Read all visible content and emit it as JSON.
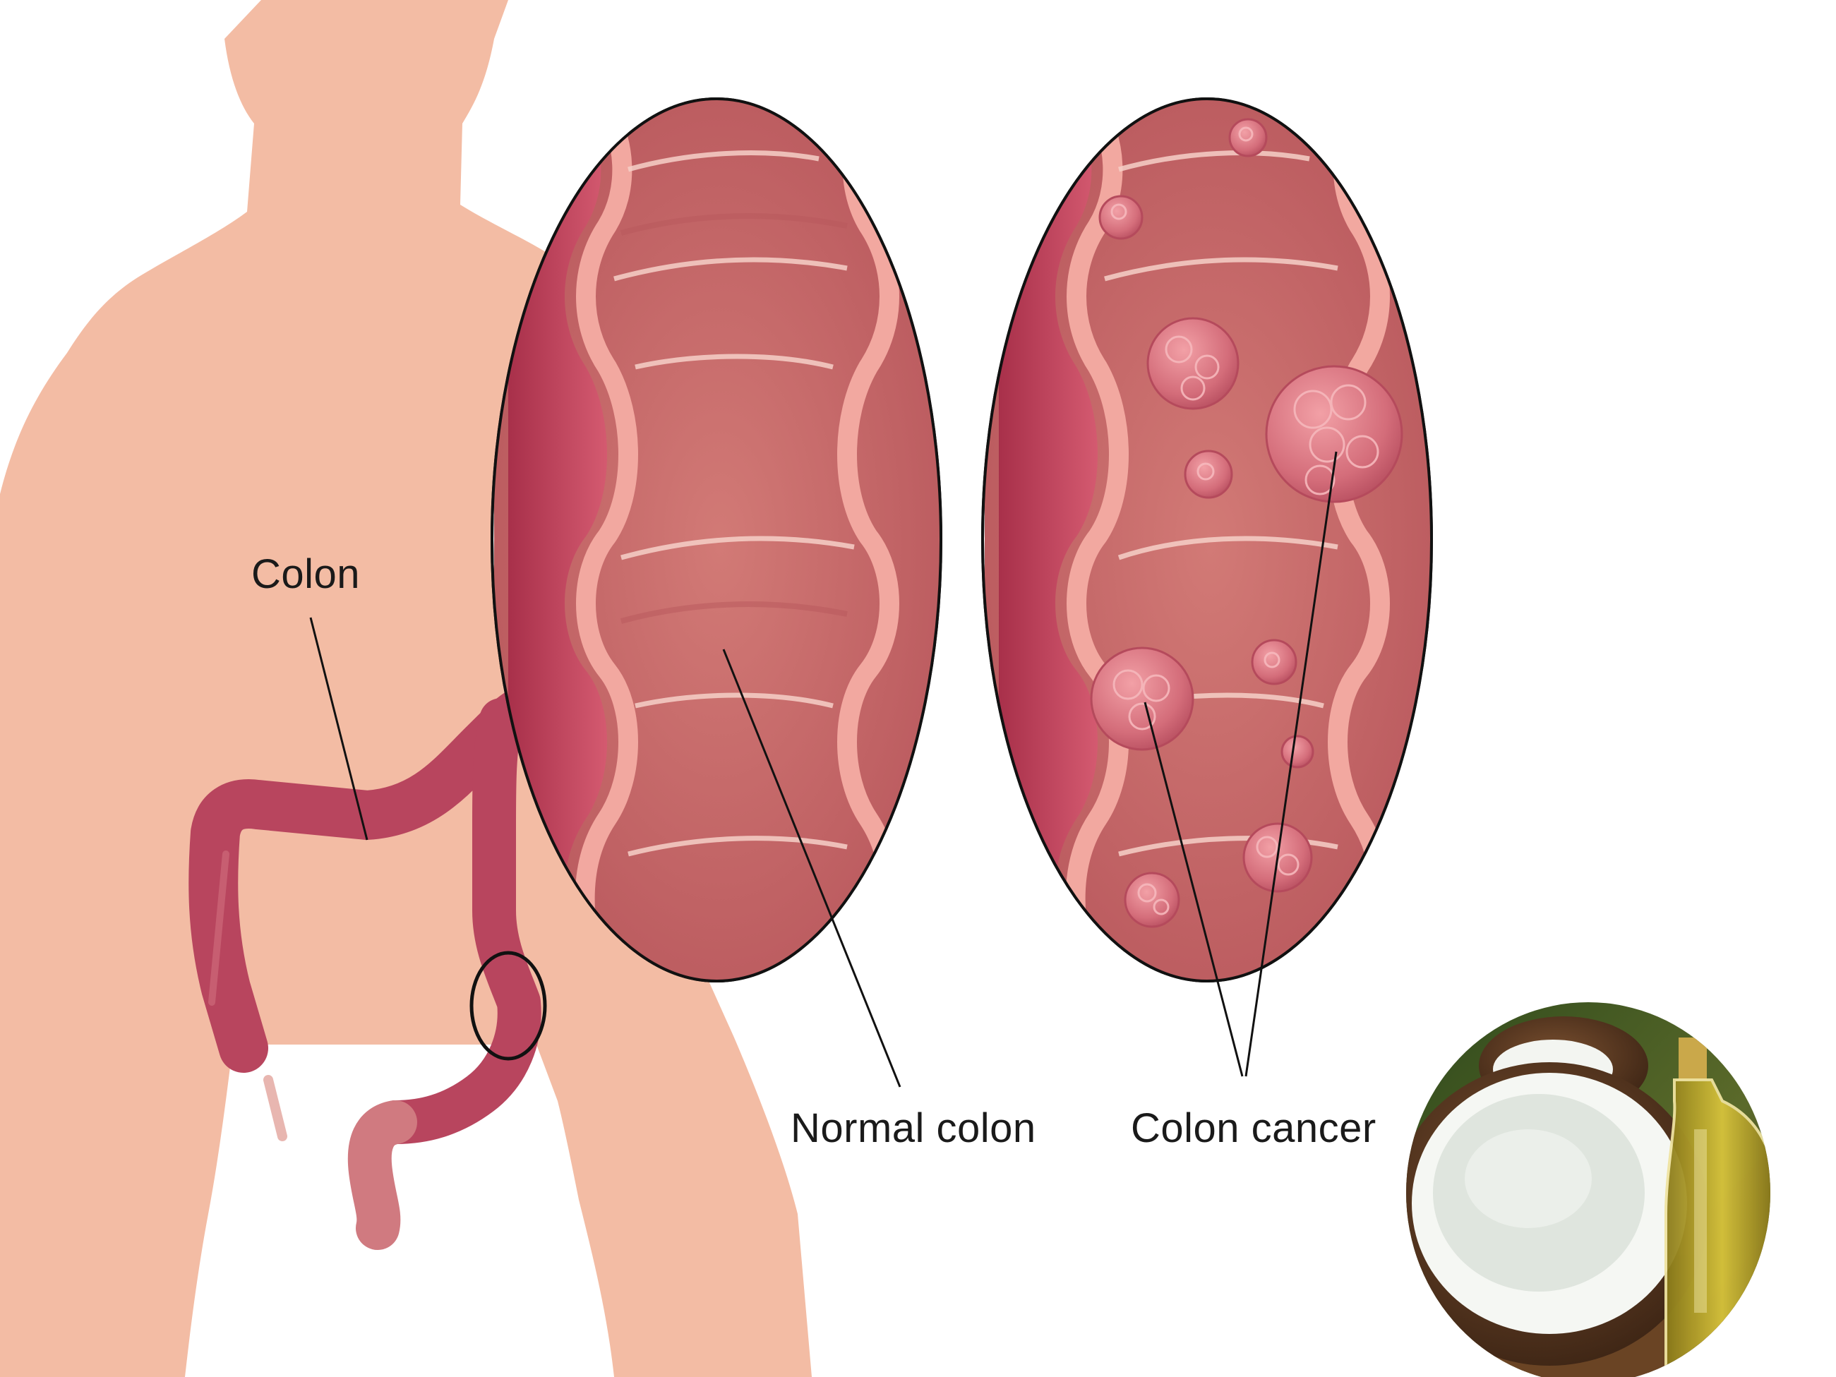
{
  "labels": {
    "colon": "Colon",
    "normal_colon": "Normal colon",
    "colon_cancer": "Colon cancer"
  },
  "colors": {
    "skin": "#f3bca4",
    "colon_dark": "#b8455e",
    "colon_mid": "#c95a6c",
    "mucosa": "#c96b6b",
    "mucosa_light": "#f2a8a0",
    "tumor": "#d9707a",
    "coconut_shell": "#5a3a22",
    "coconut_meat": "#f4f6f2",
    "oil": "#b9a42a"
  },
  "icons": {
    "coconut_photo": "coconut-and-oil-photo"
  }
}
